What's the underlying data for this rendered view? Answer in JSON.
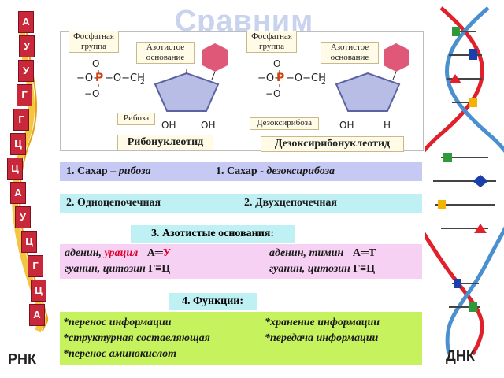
{
  "title": "Сравним",
  "panel": {
    "phosphate_left": "Фосфатная группа",
    "base_left": "Азотистое основание",
    "phosphate_right": "Фосфатная группа",
    "base_right": "Азотистое основание",
    "sugar_left": "Рибоза",
    "sugar_right": "Дезоксирибоза",
    "nucleotide_left": "Рибонуклеотид",
    "nucleotide_right": "Дезоксирибонуклеотид",
    "formula_o": "O",
    "formula_p": "P",
    "formula_ch2": "CH",
    "formula_sub2": "2",
    "formula_oh": "OH",
    "formula_h": "H",
    "formula_minus": "−"
  },
  "rows": {
    "sugar_rna": "1. Сахар – ",
    "sugar_rna_name": "рибоза",
    "sugar_dna": "1. Сахар - ",
    "sugar_dna_name": "дезоксирибоза",
    "chain_rna": "2. Одноцепочечная",
    "chain_dna": "2. Двухцепочечная",
    "bases_head": "3. Азотистые основания:",
    "rna_b1_pre": "аденин, ",
    "rna_b1_red": "урацил",
    "rna_pair1_a": "А═",
    "rna_pair1_b": "У",
    "rna_b2": "гуанин, цитозин",
    "rna_pair2": "Г≡Ц",
    "dna_b1": "аденин, тимин",
    "dna_pair1": "А═Т",
    "dna_b2": "гуанин, цитозин",
    "dna_pair2": "Г≡Ц",
    "functions_head": "4. Функции:",
    "rna_f1": "*перенос информации",
    "rna_f2": "*структурная составляющая",
    "rna_f3": "*перенос аминокислот",
    "dna_f1": "*хранение информации",
    "dna_f2": "*передача информации"
  },
  "rna_label": "РНК",
  "dna_label": "ДНК",
  "rna_strand_letters": [
    "А",
    "У",
    "У",
    "Г",
    "Г",
    "Ц",
    "Ц",
    "А",
    "У",
    "Ц",
    "Г",
    "Ц",
    "А"
  ],
  "colors": {
    "backbone_red": "#e0202a",
    "backbone_blue": "#4a90d0",
    "rna_tile": "#c8283a",
    "rna_rail": "#f2c640",
    "sugar_ring": "#7a82b8",
    "base_pink": "#e05878"
  }
}
